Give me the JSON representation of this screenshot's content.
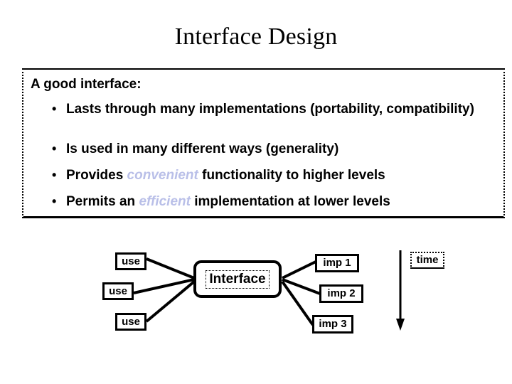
{
  "slide": {
    "title": "Interface Design"
  },
  "content": {
    "intro": "A good interface:",
    "bullet_marker": "•",
    "bullets": [
      {
        "pre": "Lasts through many implementations (portability, compatibility)",
        "highlight": "",
        "post": ""
      },
      {
        "pre": "Is used in many different ways (generality)",
        "highlight": "",
        "post": ""
      },
      {
        "pre": "Provides ",
        "highlight": "convenient",
        "post": "  functionality to higher levels"
      },
      {
        "pre": "Permits an ",
        "highlight": "efficient",
        "post": " implementation at lower levels"
      }
    ],
    "highlight_color": "#b9bfe8"
  },
  "diagram": {
    "clients": [
      "use",
      "use",
      "use"
    ],
    "interface_label": "Interface",
    "implementations": [
      "imp 1",
      "imp 2",
      "imp 3"
    ],
    "time_label": "time",
    "line_color": "#000000"
  }
}
